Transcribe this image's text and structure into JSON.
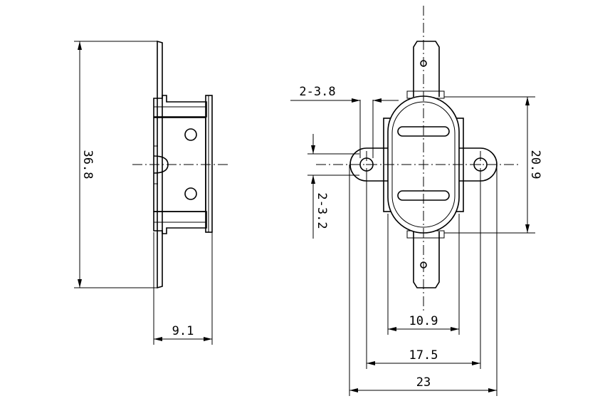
{
  "dimensions": {
    "overall_height": "36.8",
    "depth": "9.1",
    "hole_diameter": "2-3.8",
    "tab_width": "2-3.2",
    "body_height": "20.9",
    "body_width": "10.9",
    "mount_hole_pitch": "17.5",
    "overall_width": "23"
  }
}
